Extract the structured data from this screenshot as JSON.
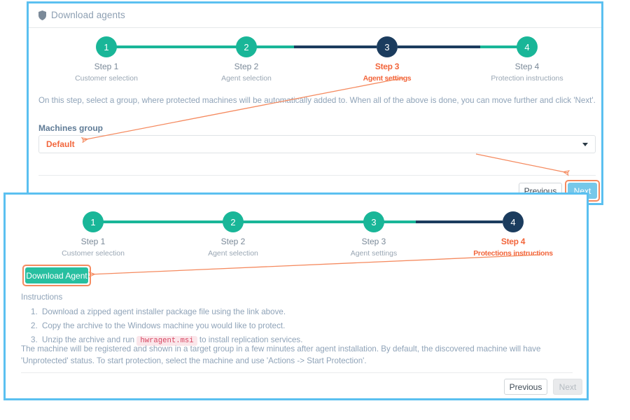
{
  "colors": {
    "panel_border": "#5BC0F0",
    "step_done": "#19b698",
    "step_current": "#1b3c5e",
    "annotation": "#f2663c",
    "annotation_light": "#f58a5f",
    "primary_button": "#76c8ea",
    "teal_button": "#27bfa0",
    "code_text": "#d64561",
    "code_bg": "#fbe6ea"
  },
  "panel_top": {
    "header": {
      "icon": "shield-icon",
      "title": "Download agents"
    },
    "stepper": {
      "steps": [
        {
          "number": "1",
          "title": "Step 1",
          "subtitle": "Customer selection",
          "state": "done",
          "highlighted": false
        },
        {
          "number": "2",
          "title": "Step 2",
          "subtitle": "Agent selection",
          "state": "done",
          "highlighted": false
        },
        {
          "number": "3",
          "title": "Step 3",
          "subtitle": "Agent settings",
          "state": "current",
          "highlighted": true
        },
        {
          "number": "4",
          "title": "Step 4",
          "subtitle": "Protection instructions",
          "state": "done",
          "highlighted": false
        }
      ]
    },
    "description": "On this step, select a group, where protected machines will be automatically added to. When all of the above is done, you can move further and click 'Next'.",
    "machines_group": {
      "label": "Machines group",
      "value": "Default"
    },
    "footer": {
      "previous_label": "Previous",
      "next_label": "Next"
    }
  },
  "panel_bottom": {
    "stepper": {
      "steps": [
        {
          "number": "1",
          "title": "Step 1",
          "subtitle": "Customer selection",
          "state": "done",
          "highlighted": false
        },
        {
          "number": "2",
          "title": "Step 2",
          "subtitle": "Agent selection",
          "state": "done",
          "highlighted": false
        },
        {
          "number": "3",
          "title": "Step 3",
          "subtitle": "Agent settings",
          "state": "done",
          "highlighted": false
        },
        {
          "number": "4",
          "title": "Step 4",
          "subtitle": "Protections instructions",
          "state": "current",
          "highlighted": true
        }
      ]
    },
    "download_button_label": "Download Agent",
    "instructions_heading": "Instructions",
    "instructions": [
      {
        "num": "1.",
        "pre": "Download a zipped agent installer package file using the link above.",
        "code": "",
        "post": ""
      },
      {
        "num": "2.",
        "pre": "Copy the archive to the Windows machine you would like to protect.",
        "code": "",
        "post": ""
      },
      {
        "num": "3.",
        "pre": "Unzip the archive and run",
        "code": "hwragent.msi",
        "post": "to install replication services."
      }
    ],
    "note": "The machine will be registered and shown in a target group in a few minutes after agent installation. By default, the discovered machine will have 'Unprotected' status. To start protection, select the machine and use 'Actions -> Start Protection'.",
    "footer": {
      "previous_label": "Previous",
      "next_label": "Next"
    }
  }
}
